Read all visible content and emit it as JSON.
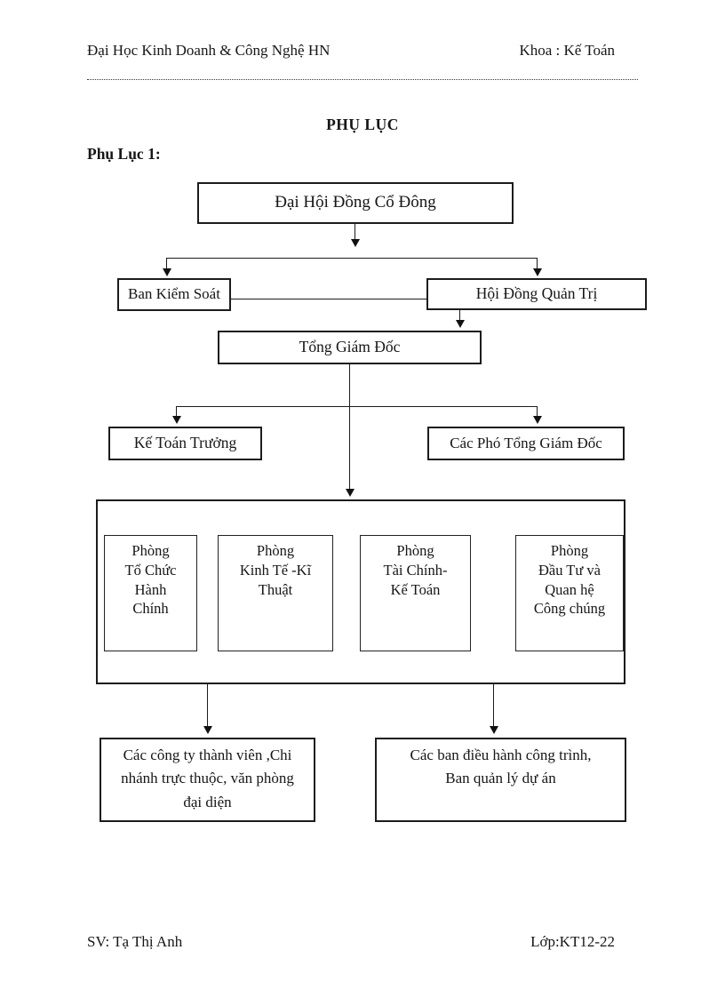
{
  "document": {
    "header": {
      "left": "Đại Học Kinh Doanh & Công Nghệ HN",
      "right": "Khoa : Kế Toán"
    },
    "title": "PHỤ LỤC",
    "section_label": "Phụ Lục 1:",
    "footer": {
      "left": "SV: Tạ Thị Anh",
      "right": "Lớp:KT12-22"
    }
  },
  "org_chart": {
    "nodes": {
      "dai_hoi_dong_co_dong": {
        "label": "Đại Hội Đồng Cổ Đông"
      },
      "ban_kiem_soat": {
        "label": "Ban Kiểm Soát"
      },
      "hoi_dong_quan_tri": {
        "label": "Hội Đồng Quản Trị"
      },
      "tong_giam_doc": {
        "label": "Tổng Giám Đốc"
      },
      "ke_toan_truong": {
        "label": "Kế Toán Trưởng"
      },
      "cac_pho_tong_giam_doc": {
        "label": "Các Phó Tổng Giám Đốc"
      },
      "departments": [
        {
          "lines": [
            "Phòng",
            "Tổ Chức",
            "Hành",
            "Chính"
          ]
        },
        {
          "lines": [
            "Phòng",
            "Kinh Tế -Kĩ",
            "Thuật"
          ]
        },
        {
          "lines": [
            "Phòng",
            "Tài Chính-",
            "Kế Toán"
          ]
        },
        {
          "lines": [
            "Phòng",
            "Đầu Tư và",
            "Quan hệ",
            "Công chúng"
          ]
        }
      ],
      "cong_ty_thanh_vien": {
        "lines": [
          "Các công ty thành viên ,Chi",
          "nhánh trực thuộc, văn phòng",
          "đại diện"
        ]
      },
      "ban_dieu_hanh_cong_trinh": {
        "lines": [
          "Các ban điều hành công trình,",
          "Ban quản lý dự án"
        ]
      }
    },
    "colors": {
      "line": "#1c1c1c",
      "box_background": "#ffffff",
      "text": "#161616"
    }
  }
}
